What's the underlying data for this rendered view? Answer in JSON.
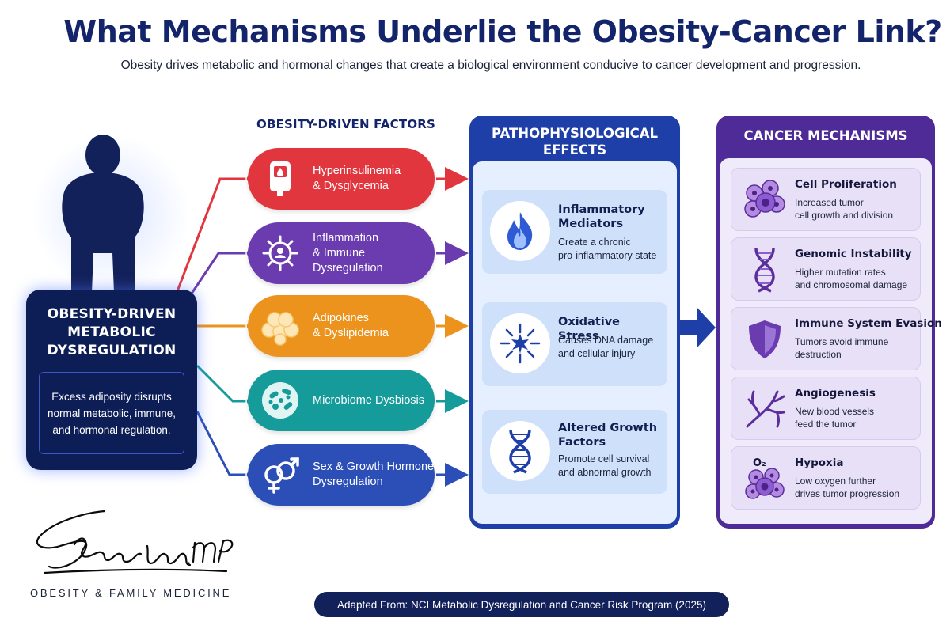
{
  "header": {
    "title": "What Mechanisms Underlie the Obesity-Cancer Link?",
    "subtitle": "Obesity drives metabolic and hormonal changes that create a biological environment conducive to cancer development and progression."
  },
  "left_box": {
    "title_line1": "OBESITY-DRIVEN",
    "title_line2": "METABOLIC",
    "title_line3": "DYSREGULATION",
    "description": "Excess adiposity disrupts normal metabolic, immune, and hormonal regulation."
  },
  "factors": {
    "heading": "OBESITY-DRIVEN FACTORS",
    "items": [
      {
        "line1": "Hyperinsulinemia",
        "line2": "& Dysglycemia",
        "color": "#e2363f",
        "icon": "glucose-meter-icon"
      },
      {
        "line1": "Inflammation",
        "line2": "& Immune Dysregulation",
        "color": "#6a3cb0",
        "icon": "immune-cell-icon"
      },
      {
        "line1": "Adipokines",
        "line2": "& Dyslipidemia",
        "color": "#ec931d",
        "icon": "fat-cells-icon"
      },
      {
        "line1": "Microbiome Dysbiosis",
        "line2": "",
        "color": "#159b9a",
        "icon": "bacteria-icon"
      },
      {
        "line1": "Sex & Growth Hormone",
        "line2": "Dysregulation",
        "color": "#2b4fb7",
        "icon": "gender-symbols-icon"
      }
    ]
  },
  "effects": {
    "heading_line1": "PATHOPHYSIOLOGICAL",
    "heading_line2": "EFFECTS",
    "items": [
      {
        "title_line1": "Inflammatory",
        "title_line2": "Mediators",
        "desc_line1": "Create a chronic",
        "desc_line2": "pro-inflammatory state",
        "icon": "flame-icon"
      },
      {
        "title_line1": "Oxidative Stress",
        "title_line2": "",
        "desc_line1": "Causes DNA damage",
        "desc_line2": "and cellular injury",
        "icon": "starburst-icon"
      },
      {
        "title_line1": "Altered Growth",
        "title_line2": "Factors",
        "desc_line1": "Promote cell survival",
        "desc_line2": "and abnormal growth",
        "icon": "dna-icon"
      }
    ]
  },
  "mechanisms": {
    "heading": "CANCER MECHANISMS",
    "items": [
      {
        "title": "Cell Proliferation",
        "desc_line1": "Increased tumor",
        "desc_line2": "cell growth and division",
        "icon": "cell-cluster-icon"
      },
      {
        "title": "Genomic Instability",
        "desc_line1": "Higher mutation rates",
        "desc_line2": "and chromosomal damage",
        "icon": "dna-helix-icon"
      },
      {
        "title": "Immune System Evasion",
        "desc_line1": "Tumors avoid immune",
        "desc_line2": "destruction",
        "icon": "shield-icon"
      },
      {
        "title": "Angiogenesis",
        "desc_line1": "New blood vessels",
        "desc_line2": "feed the tumor",
        "icon": "blood-vessel-icon"
      },
      {
        "title": "Hypoxia",
        "desc_line1": "Low oxygen further",
        "desc_line2": "drives tumor progression",
        "icon": "oxygen-cell-icon",
        "icon_label": "O₂"
      }
    ]
  },
  "footer": {
    "signature": "Steven Teoh, MD",
    "signature_label": "OBESITY & FAMILY MEDICINE",
    "source": "Adapted From: NCI Metabolic Dysregulation and Cancer Risk Program (2025)"
  },
  "colors": {
    "navy": "#0d1d55",
    "title": "#14246b",
    "mid_panel": "#1f3fa8",
    "right_panel": "#4e2b96"
  }
}
